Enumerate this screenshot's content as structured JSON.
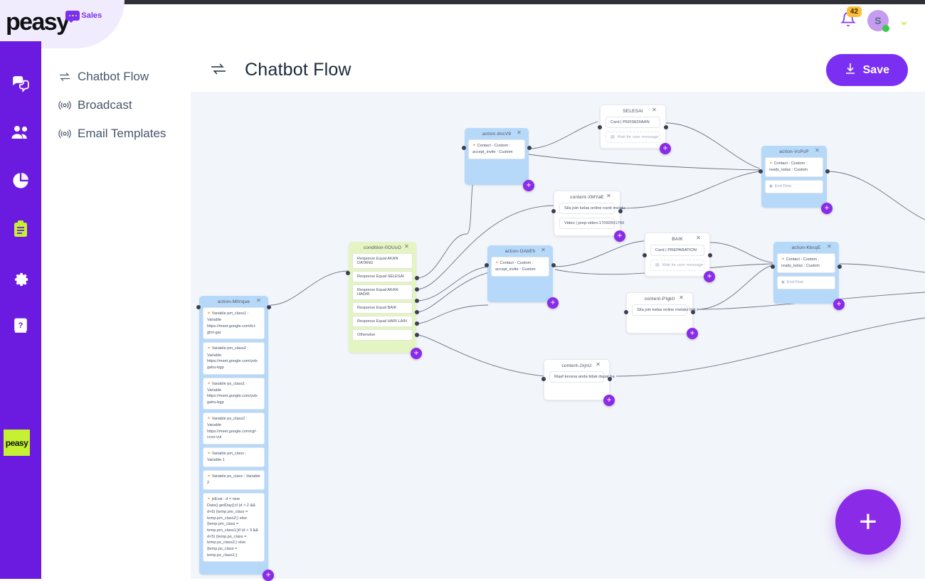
{
  "brand": {
    "name": "peasy",
    "tag": "Sales"
  },
  "header": {
    "notifications_count": "42",
    "avatar_initial": "S",
    "bell_icon": "bell-icon",
    "chevron_icon": "chevron-down-icon"
  },
  "subnav": {
    "items": [
      {
        "label": "Chatbot Flow",
        "icon": "flow-swap-icon"
      },
      {
        "label": "Broadcast",
        "icon": "broadcast-icon"
      },
      {
        "label": "Email Templates",
        "icon": "broadcast-icon"
      }
    ]
  },
  "rail": {
    "icons": [
      "chat-bubbles-icon",
      "users-icon",
      "pie-chart-icon",
      "clipboard-icon",
      "gear-icon",
      "help-book-icon"
    ],
    "logo": "peasy"
  },
  "main": {
    "title": "Chatbot Flow",
    "title_icon": "flow-swap-icon",
    "save_label": "Save",
    "save_icon": "download-icon",
    "add_node_label": "+"
  },
  "nodes": {
    "mlinque": {
      "title": "action-MlInque",
      "rows": [
        {
          "label": "Variable pm_class1 :",
          "sub": "Variable",
          "value": "https://meet.google.com/tcl-ghrt-gar"
        },
        {
          "label": "Variable pm_class2 :",
          "sub": "Variable",
          "value": "https://meet.google.com/ysb-gahu-bgp"
        },
        {
          "label": "Variable ps_class1 :",
          "sub": "Variable",
          "value": "https://meet.google.com/ysb-gahu-bgp"
        },
        {
          "label": "Variable ps_class2 :",
          "sub": "Variable",
          "value": "https://meet.google.com/rgf-ccxs-vul"
        },
        {
          "label": "Variable pm_class :",
          "sub": "Variable 1",
          "value": ""
        },
        {
          "label": "Variable ps_class :  Variable 2",
          "sub": "",
          "value": ""
        }
      ],
      "code_label": "jsEval :",
      "code": "d = new Date().getDay();if (d > 2 && d<6) {temp.pm_class = temp.pm_class2;} else {temp.pm_class = temp.pm_class1;}if (d > 3 && d<5) {temp.ps_class = temp.ps_class2;} else {temp.ps_class = temp.ps_class1;}"
    },
    "condition": {
      "title": "condition-0OUuO",
      "rows": [
        "Response Equal AKAN DATANG",
        "Response Equal SELESAI",
        "Response Equal AKAN HADIR",
        "Response Equal BAIK",
        "Response Equal HARI LAIN",
        "Otherwise"
      ]
    },
    "dncv9": {
      "title": "action-dncV9",
      "rows": [
        {
          "label": "Contact - Custom :",
          "value": "accept_invite : Custom"
        }
      ]
    },
    "selesai": {
      "title": "SELESAI",
      "card": "Card | PERSEDIAAN",
      "wait": "Wait for user message"
    },
    "xmyae": {
      "title": "content-XMYaE",
      "rows": [
        "Sila join kelas online nanti melalu",
        "Video | prep-video-17092501760"
      ]
    },
    "vcpcp": {
      "title": "action-VcPcP",
      "rows": [
        {
          "label": "Contact - Custom :",
          "value": "ready_kelas : Custom"
        }
      ],
      "end": "End Flow"
    },
    "oabeh": {
      "title": "action-OAbEh",
      "rows": [
        {
          "label": "Contact - Custom :",
          "value": "accept_invite : Custom"
        }
      ]
    },
    "baik": {
      "title": "BAIK",
      "card": "Card | PREPARATION",
      "wait": "Wait for user message"
    },
    "kbcqe": {
      "title": "action-KbcqE",
      "rows": [
        {
          "label": "Contact - Custom :",
          "value": "ready_kelas : Custom"
        }
      ],
      "end": "End Flow"
    },
    "pigkil": {
      "title": "content-PIgkIl",
      "rows": [
        "Sila join kelas online melalui link i"
      ]
    },
    "jxjnu": {
      "title": "content-JxjnU",
      "rows": [
        "Maaf kerana anda tidak dapat ha"
      ]
    }
  },
  "colors": {
    "brand_purple": "#7b2ff2",
    "rail_purple": "#6b1ae0",
    "accent_lime": "#c6f032",
    "action_node": "#b7d9f9",
    "condition_node": "#e4f5c3",
    "canvas_bg": "#f2f5fa",
    "badge_amber": "#fdbf3b"
  }
}
